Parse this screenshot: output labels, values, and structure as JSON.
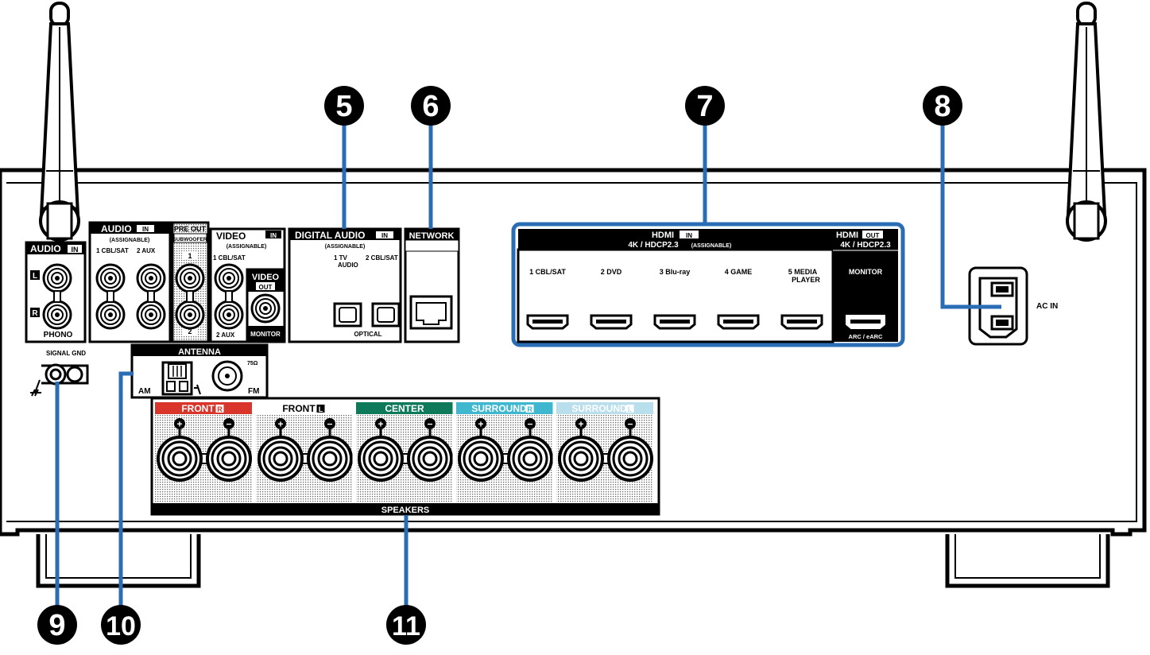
{
  "callouts": [
    {
      "id": "5",
      "text": "5"
    },
    {
      "id": "6",
      "text": "6"
    },
    {
      "id": "7",
      "text": "7"
    },
    {
      "id": "8",
      "text": "8"
    },
    {
      "id": "9",
      "text": "9"
    },
    {
      "id": "10",
      "text": "10"
    },
    {
      "id": "11",
      "text": "11"
    }
  ],
  "audio_phono": {
    "header": "AUDIO",
    "tag": "IN",
    "left_mark": "L",
    "right_mark": "R",
    "label": "PHONO"
  },
  "audio_in": {
    "header": "AUDIO",
    "tag": "IN",
    "sub": "(ASSIGNABLE)",
    "ch1": "1 CBL/SAT",
    "ch2": "2  AUX"
  },
  "preout": {
    "header": "PRE OUT",
    "sub": "SUBWOOFER",
    "n1": "1",
    "n2": "2"
  },
  "video_in": {
    "header": "VIDEO",
    "tag": "IN",
    "sub": "(ASSIGNABLE)",
    "ch1": "1 CBL/SAT",
    "ch2": "2  AUX"
  },
  "video_out": {
    "header": "VIDEO",
    "tag": "OUT",
    "label": "MONITOR"
  },
  "digital": {
    "header": "DIGITAL AUDIO",
    "tag": "IN",
    "sub": "(ASSIGNABLE)",
    "ch1a": "1   TV",
    "ch1b": "AUDIO",
    "ch2": "2 CBL/SAT",
    "optical": "OPTICAL"
  },
  "network": {
    "header": "NETWORK"
  },
  "hdmi_in": {
    "header": "HDMI",
    "tag": "IN",
    "spec": "4K / HDCP2.3",
    "sub": "(ASSIGNABLE)",
    "inputs": [
      "1  CBL/SAT",
      "2  DVD",
      "3  Blu-ray",
      "4  GAME",
      "5  MEDIA"
    ],
    "input5_line2": "PLAYER"
  },
  "hdmi_out": {
    "header": "HDMI",
    "tag": "OUT",
    "spec": "4K / HDCP2.3",
    "monitor": "MONITOR",
    "arc": "ARC / eARC"
  },
  "ac": {
    "label": "AC IN"
  },
  "signal_gnd": {
    "label": "SIGNAL GND"
  },
  "antenna": {
    "header": "ANTENNA",
    "am": "AM",
    "fm": "FM",
    "ohm": "75Ω"
  },
  "speakers": {
    "footer": "SPEAKERS",
    "plus": "+",
    "minus": "−",
    "channels": [
      {
        "name": "FRONT",
        "mark": "R",
        "color": "#d9352b"
      },
      {
        "name": "FRONT",
        "mark": "L",
        "color": "#ffffff"
      },
      {
        "name": "CENTER",
        "mark": "",
        "color": "#0f7a5a"
      },
      {
        "name": "SURROUND",
        "mark": "R",
        "color": "#3fb8cf"
      },
      {
        "name": "SURROUND",
        "mark": "L",
        "color": "#b9dfec"
      }
    ]
  },
  "colors": {
    "line": "#000000",
    "callout_leader": "#2a6db4",
    "hdmi_highlight": "#2a6db4",
    "label_bg": "#000000",
    "label_fg": "#ffffff"
  }
}
